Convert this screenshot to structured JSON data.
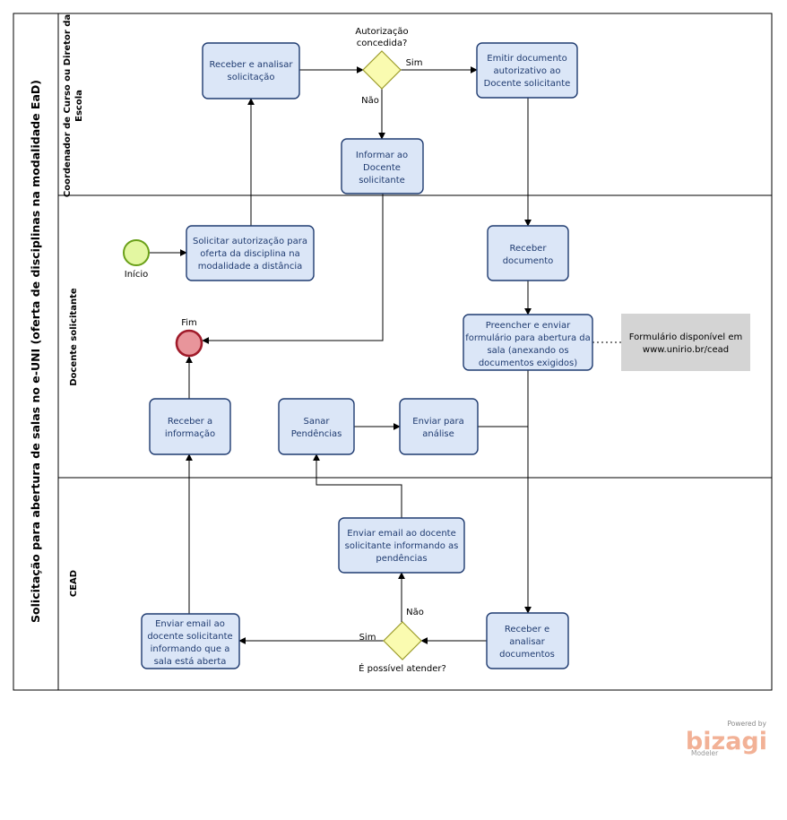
{
  "pool": {
    "title": "Solicitação para abertura de salas no e-UNI (oferta de disciplinas na modalidade EaD)"
  },
  "lanes": {
    "coordenador": [
      "Coordenador de Curso ou Diretor da",
      "Escola"
    ],
    "docente": "Docente  solicitante",
    "cead": "CEAD"
  },
  "events": {
    "start": "Início",
    "end": "Fim"
  },
  "tasks": {
    "receber_analisar": [
      "Receber  e analisar",
      "solicitação"
    ],
    "emitir_documento": [
      "Emitir documento",
      "autorizativo ao",
      "Docente solicitante"
    ],
    "informar_docente": [
      "Informar ao",
      "Docente",
      "solicitante"
    ],
    "solicitar_autorizacao": [
      "Solicitar autorização para",
      "oferta da disciplina na",
      "modalidade a distância"
    ],
    "receber_documento": [
      "Receber",
      "documento"
    ],
    "preencher_formulario": [
      "Preencher e enviar",
      "formulário  para abertura da",
      "sala (anexando os",
      "documentos exigidos)"
    ],
    "receber_informacao": [
      "Receber a",
      "informação"
    ],
    "sanar_pendencias": [
      "Sanar",
      "Pendências"
    ],
    "enviar_analise": [
      "Enviar para",
      "análise"
    ],
    "enviar_email_pendencias": [
      "Enviar email ao docente",
      "solicitante informando as",
      "pendências"
    ],
    "enviar_email_aberta": [
      "Enviar email ao",
      "docente solicitante",
      "informando que a",
      "sala está aberta"
    ],
    "receber_analisar_docs": [
      "Receber e",
      "analisar",
      "documentos"
    ]
  },
  "gateways": {
    "autorizacao": {
      "label": [
        "Autorização",
        "concedida?"
      ],
      "yes": "Sim",
      "no": "Não"
    },
    "possivel": {
      "label": "É possível atender?",
      "yes": "Sim",
      "no": "Não"
    }
  },
  "artifact": {
    "formulario": [
      "Formulário disponível em",
      "www.unirio.br/cead"
    ]
  },
  "branding": {
    "powered": "Powered by",
    "name": "bizagi",
    "product": "Modeler"
  },
  "colors": {
    "task_fill": "#dbe6f7",
    "task_stroke": "#1f3b70",
    "start_fill": "#e3f7a1",
    "start_stroke": "#6aa019",
    "end_fill": "#e8959b",
    "end_stroke": "#a01b2a",
    "gateway_fill": "#fafbb0",
    "gateway_stroke": "#9c9c2a",
    "artifact_fill": "#d4d4d4",
    "brand": "#f2b196"
  }
}
